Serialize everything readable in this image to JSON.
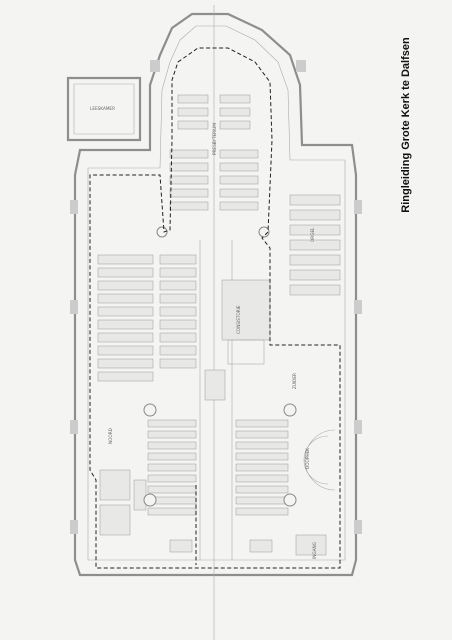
{
  "title": "Ringleiding Grote Kerk te Dalfsen",
  "rooms": {
    "library": "LEESKAMER",
    "choir": "PRESBYTERIUM",
    "north_aisle": "NOORD",
    "south_aisle": "ZUIDER",
    "baptistery": "DOOPHEK",
    "entrance": "INGANG",
    "consistory": "CONSISTORIE",
    "organ": "ORGEL"
  },
  "colors": {
    "ring_line": "#222222",
    "walls": "#8e8e8e",
    "paper": "#f4f4f2"
  }
}
